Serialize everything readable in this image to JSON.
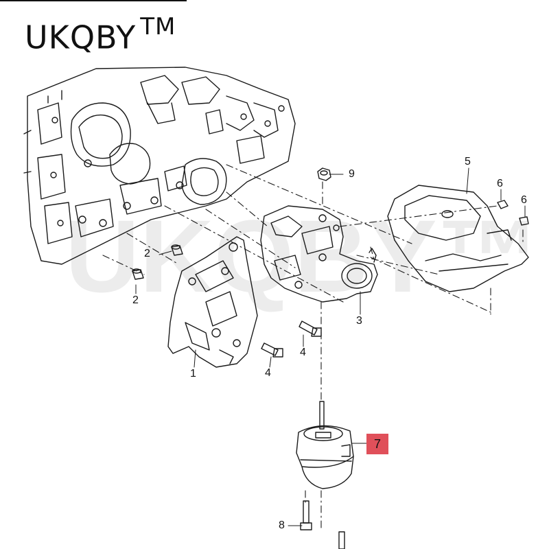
{
  "brand": {
    "name": "UKQBY",
    "mark": "TM"
  },
  "watermark": "UKQBY™",
  "colors": {
    "highlight": "#e0505a",
    "line": "#1a1a1a",
    "watermark": "#e6e6e6"
  },
  "callouts": {
    "c1": "1",
    "c2a": "2",
    "c2b": "2",
    "c3": "3",
    "c4a": "4",
    "c4b": "4",
    "c5": "5",
    "c6a": "6",
    "c6b": "6",
    "c7": "7",
    "c8": "8",
    "c9": "9"
  },
  "highlighted_part": "7"
}
